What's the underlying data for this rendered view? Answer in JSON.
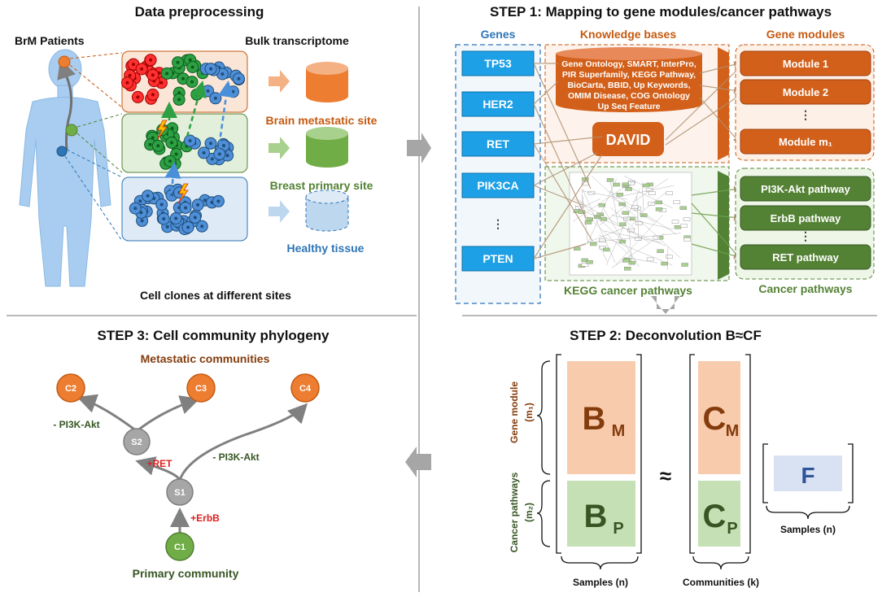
{
  "panel_preprocessing": {
    "title": "Data preprocessing",
    "patients_label": "BrM Patients",
    "bulk_label": "Bulk transcriptome",
    "brain_site": "Brain metastatic site",
    "breast_site": "Breast primary site",
    "healthy_site": "Healthy tissue",
    "clones_caption": "Cell clones at different sites"
  },
  "panel_step1": {
    "title": "STEP 1: Mapping to gene modules/cancer pathways",
    "genes_header": "Genes",
    "genes": [
      "TP53",
      "HER2",
      "RET",
      "PIK3CA",
      "⋮",
      "PTEN"
    ],
    "kb_header": "Knowledge bases",
    "kb_lines": [
      "Gene Ontology, SMART, InterPro,",
      "PIR Superfamily, KEGG Pathway,",
      "BioCarta, BBID, Up Keywords,",
      "OMIM Disease, COG Ontology",
      "Up Seq Feature"
    ],
    "david_label": "DAVID",
    "kegg_label": "KEGG cancer pathways",
    "modules_header": "Gene modules",
    "modules": [
      "Module 1",
      "Module 2",
      "⋮",
      "Module m₁"
    ],
    "pathways": [
      "PI3K-Akt pathway",
      "ErbB pathway",
      "⋮",
      "RET pathway"
    ],
    "pathways_header": "Cancer pathways"
  },
  "panel_step2": {
    "title": "STEP 2: Deconvolution B≈CF",
    "gene_module_label": "Gene module",
    "gene_module_sub": "(m₁)",
    "cancer_pathways_label": "Cancer pathways",
    "cancer_pathways_sub": "(m₂)",
    "bm_main": "B",
    "bm_sub": "M",
    "bp_main": "B",
    "bp_sub": "P",
    "cm_main": "C",
    "cm_sub": "M",
    "cp_main": "C",
    "cp_sub": "P",
    "approx": "≈",
    "f_label": "F",
    "samples_label": "Samples (n)",
    "communities_label": "Communities (k)",
    "f_samples_label": "Samples (n)"
  },
  "panel_step3": {
    "title": "STEP 3: Cell community phylogeny",
    "metastatic_label": "Metastatic communities",
    "nodes": [
      "C2",
      "C3",
      "C4",
      "S2",
      "S1",
      "C1"
    ],
    "edge_pi3k_left": "- PI3K-Akt",
    "edge_pi3k_right": "- PI3K-Akt",
    "edge_ret": "+RET",
    "edge_erbb": "+ErbB",
    "primary_label": "Primary community"
  },
  "colors": {
    "orange": "#d2601a",
    "green": "#548235",
    "blue": "#2e75b6",
    "gene_box": "#1ea0e6",
    "red": "#e02020"
  }
}
